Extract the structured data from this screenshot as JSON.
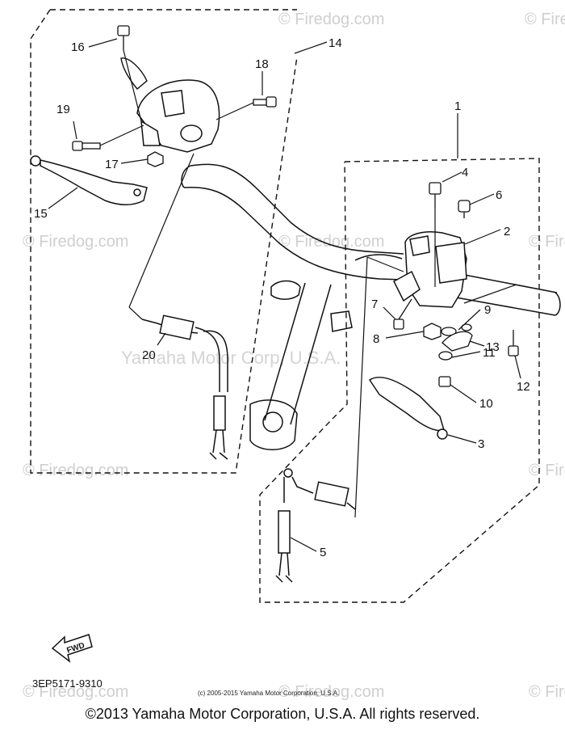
{
  "callouts": {
    "c1": "1",
    "c2": "2",
    "c3": "3",
    "c4": "4",
    "c5": "5",
    "c6": "6",
    "c7": "7",
    "c8": "8",
    "c9": "9",
    "c10": "10",
    "c11": "11",
    "c12": "12",
    "c13": "13",
    "c14": "14",
    "c15": "15",
    "c16": "16",
    "c17": "17",
    "c18": "18",
    "c19": "19",
    "c20": "20"
  },
  "watermarks": {
    "firedog": "© Firedog.com",
    "firedog_center": "Firedog.com",
    "yamaha": "Yamaha Motor Corp, U.S.A."
  },
  "fwd_label": "FWD",
  "part_code": "3EP5171-9310",
  "fine_print": "(c) 2005-2015 Yamaha Motor Corporation, U.S.A.",
  "copyright": "©2013 Yamaha Motor Corporation, U.S.A. All rights reserved."
}
